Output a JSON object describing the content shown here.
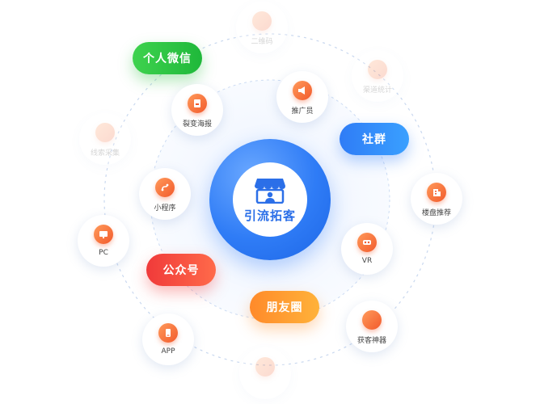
{
  "center": {
    "title": "引流拓客",
    "icon": "store-icon"
  },
  "pills": {
    "wechat": "个人微信",
    "community": "社群",
    "official": "公众号",
    "moments": "朋友圈"
  },
  "nodes": {
    "qrcode": {
      "label": "二维码",
      "icon": "qrcode-icon"
    },
    "promoter": {
      "label": "推广员",
      "icon": "megaphone-icon"
    },
    "stats": {
      "label": "渠道统计",
      "icon": "chart-icon"
    },
    "poster": {
      "label": "裂变海报",
      "icon": "poster-icon"
    },
    "collect": {
      "label": "线索采集",
      "icon": "collect-icon"
    },
    "miniprogram": {
      "label": "小程序",
      "icon": "miniprogram-icon"
    },
    "building": {
      "label": "楼盘推荐",
      "icon": "building-icon"
    },
    "pc": {
      "label": "PC",
      "icon": "monitor-icon"
    },
    "vr": {
      "label": "VR",
      "icon": "vr-icon"
    },
    "app": {
      "label": "APP",
      "icon": "phone-icon"
    },
    "acquire": {
      "label": "获客神器",
      "icon": "magnet-icon"
    },
    "bottom": {
      "label": "",
      "icon": "link-icon"
    }
  }
}
